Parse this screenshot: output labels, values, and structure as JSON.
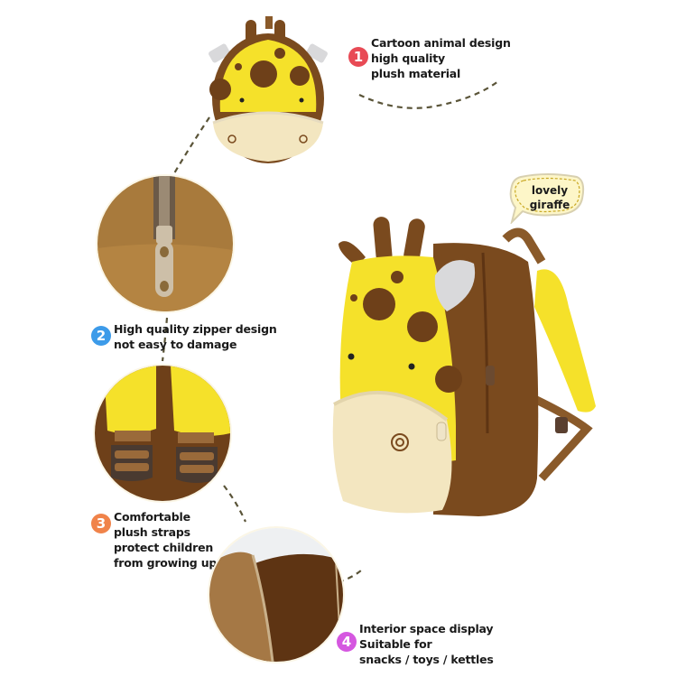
{
  "product": {
    "name": "lovely giraffe",
    "badge_text": [
      "lovely",
      "giraffe"
    ]
  },
  "features": [
    {
      "number": "1",
      "color": "#e84a55",
      "lines": [
        "Cartoon animal design",
        "high quality",
        "plush material"
      ],
      "image": "giraffe-backpack-front-view"
    },
    {
      "number": "2",
      "color": "#3d9be9",
      "lines": [
        "High quality zipper design",
        "not easy to damage"
      ],
      "image": "zipper-closeup"
    },
    {
      "number": "3",
      "color": "#f0834a",
      "lines": [
        "Comfortable",
        "plush straps",
        "protect children",
        "from growing up"
      ],
      "image": "straps-buckles-closeup"
    },
    {
      "number": "4",
      "color": "#d557e0",
      "lines": [
        "Interior space display",
        "Suitable for",
        "snacks / toys / kettles"
      ],
      "image": "interior-space-closeup"
    }
  ],
  "colors": {
    "yellow": "#f5e12a",
    "brown": "#7a4a1e",
    "dark_brown": "#5e3413",
    "cream": "#f3e6c0",
    "tan": "#a87a3c",
    "ear_gray": "#d9d9db",
    "dash": "#5a5438"
  }
}
